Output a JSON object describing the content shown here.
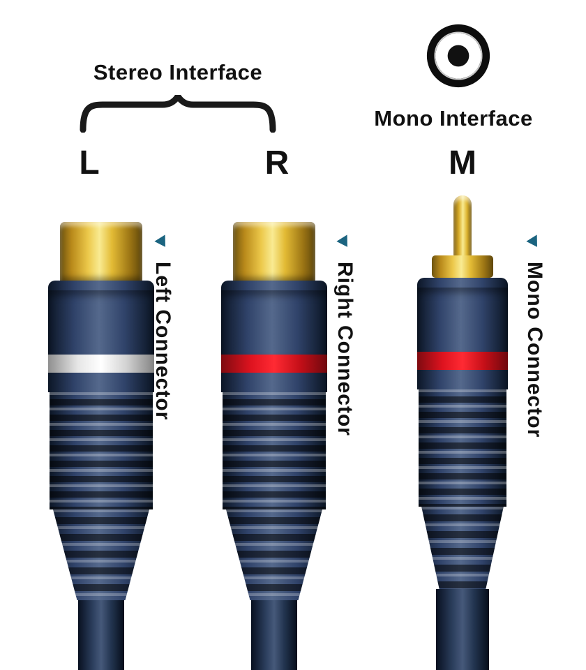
{
  "header": {
    "stereo_label": "Stereo Interface",
    "mono_label": "Mono Interface"
  },
  "connectors": [
    {
      "channel": "L",
      "label": "Left Connector",
      "type": "female-rca",
      "ring_color": "#d9d9d9"
    },
    {
      "channel": "R",
      "label": "Right Connector",
      "type": "female-rca",
      "ring_color": "#e01321"
    },
    {
      "channel": "M",
      "label": "Mono Connector",
      "type": "male-rca",
      "ring_color": "#e01321"
    }
  ],
  "colors": {
    "body_navy": "#2c3f5e",
    "plating_gold": "#e6c23a",
    "ring_white": "#d9d9d9",
    "ring_red": "#e01321",
    "pointer_blue": "#1b6480",
    "text": "#111111",
    "background": "#ffffff"
  }
}
